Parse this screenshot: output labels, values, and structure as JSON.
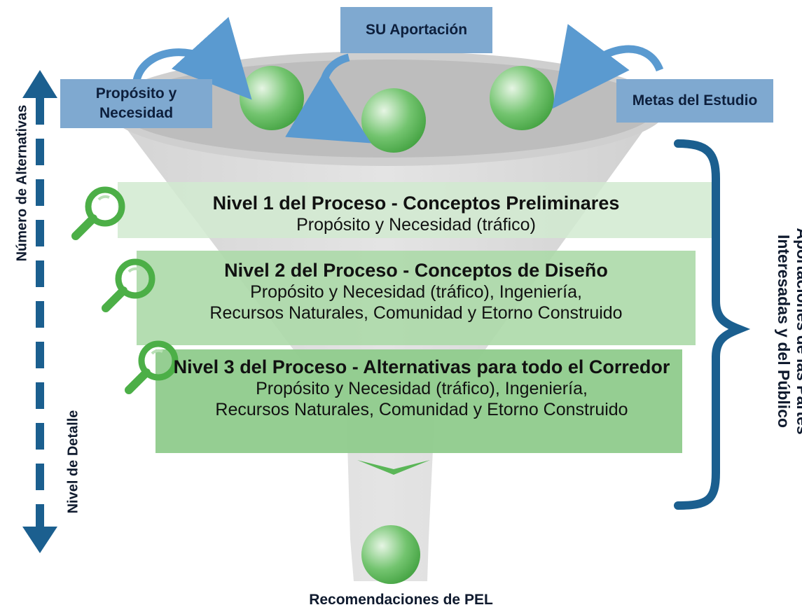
{
  "inputs": {
    "proposito": "Propósito y Necesidad",
    "aportacion": "SU Aportación",
    "metas": "Metas del Estudio"
  },
  "levels": [
    {
      "title": "Nivel 1 del Proceso - Conceptos Preliminares",
      "description": "Propósito y Necesidad (tráfico)",
      "color": "#cfe8cf"
    },
    {
      "title": "Nivel 2 del Proceso - Conceptos de Diseño",
      "description_line1": "Propósito y Necesidad (tráfico), Ingeniería,",
      "description_line2": "Recursos Naturales, Comunidad y Etorno Construido",
      "color": "#a9d8a6"
    },
    {
      "title": "Nivel 3 del Proceso - Alternativas para todo el Corredor",
      "description_line1": "Propósito y Necesidad (tráfico), Ingeniería,",
      "description_line2": "Recursos Naturales, Comunidad y Etorno Construido",
      "color": "#8fcb8c"
    }
  ],
  "axis": {
    "top_label": "Número de Alternativas",
    "bottom_label": "Nivel de Detalle"
  },
  "bracket_label_line1": "Aportaciones de las Partes",
  "bracket_label_line2": "Interesadas y del Público",
  "output_label": "Recomendaciones de PEL",
  "icons": [
    "magnifier-icon",
    "arrow-up-icon",
    "arrow-down-icon",
    "chevron-down-icon"
  ],
  "colors": {
    "accent_blue": "#1b5f8f",
    "input_box": "#7fa9d0",
    "magnifier": "#4caf47",
    "funnel": "#d9d9d9"
  }
}
